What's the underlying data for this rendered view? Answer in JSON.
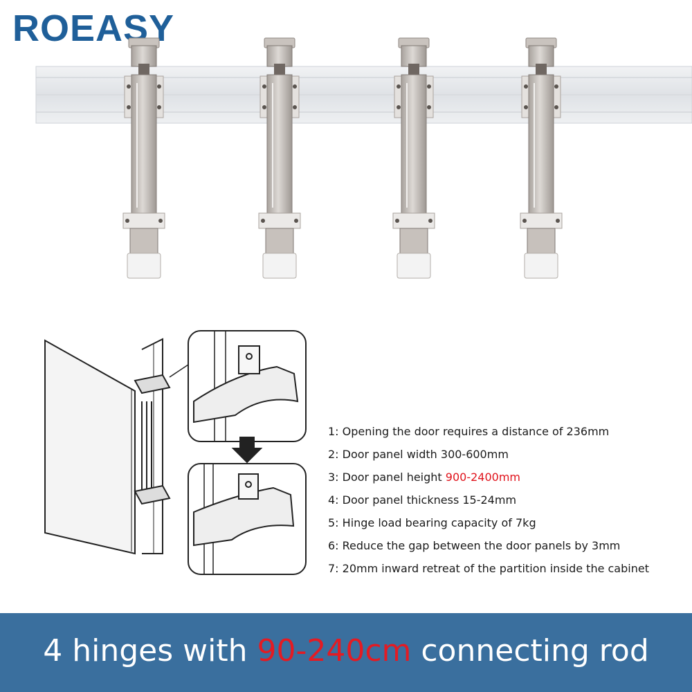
{
  "brand": {
    "logo_text": "ROEASY"
  },
  "product_photo": {
    "hinge_count": 4,
    "icon": "hinge-rail-photo"
  },
  "diagram": {
    "icon": "cabinet-door-hinge-diagram"
  },
  "specs": [
    {
      "prefix": "1: Opening the door requires a distance of 236mm",
      "highlight": ""
    },
    {
      "prefix": "2: Door panel width 300-600mm",
      "highlight": ""
    },
    {
      "prefix": "3: Door panel height ",
      "highlight": "900-2400mm"
    },
    {
      "prefix": "4: Door panel thickness 15-24mm",
      "highlight": ""
    },
    {
      "prefix": "5: Hinge load bearing capacity of 7kg",
      "highlight": ""
    },
    {
      "prefix": "6: Reduce the gap between the door panels by 3mm",
      "highlight": ""
    },
    {
      "prefix": "7: 20mm inward retreat of the partition inside the cabinet",
      "highlight": ""
    }
  ],
  "banner": {
    "before": "4 hinges with ",
    "highlight": "90-240cm",
    "after": " connecting rod"
  },
  "colors": {
    "brand_blue": "#1f5f99",
    "banner_bg": "#3a6f9e",
    "highlight_red": "#e0121b"
  }
}
